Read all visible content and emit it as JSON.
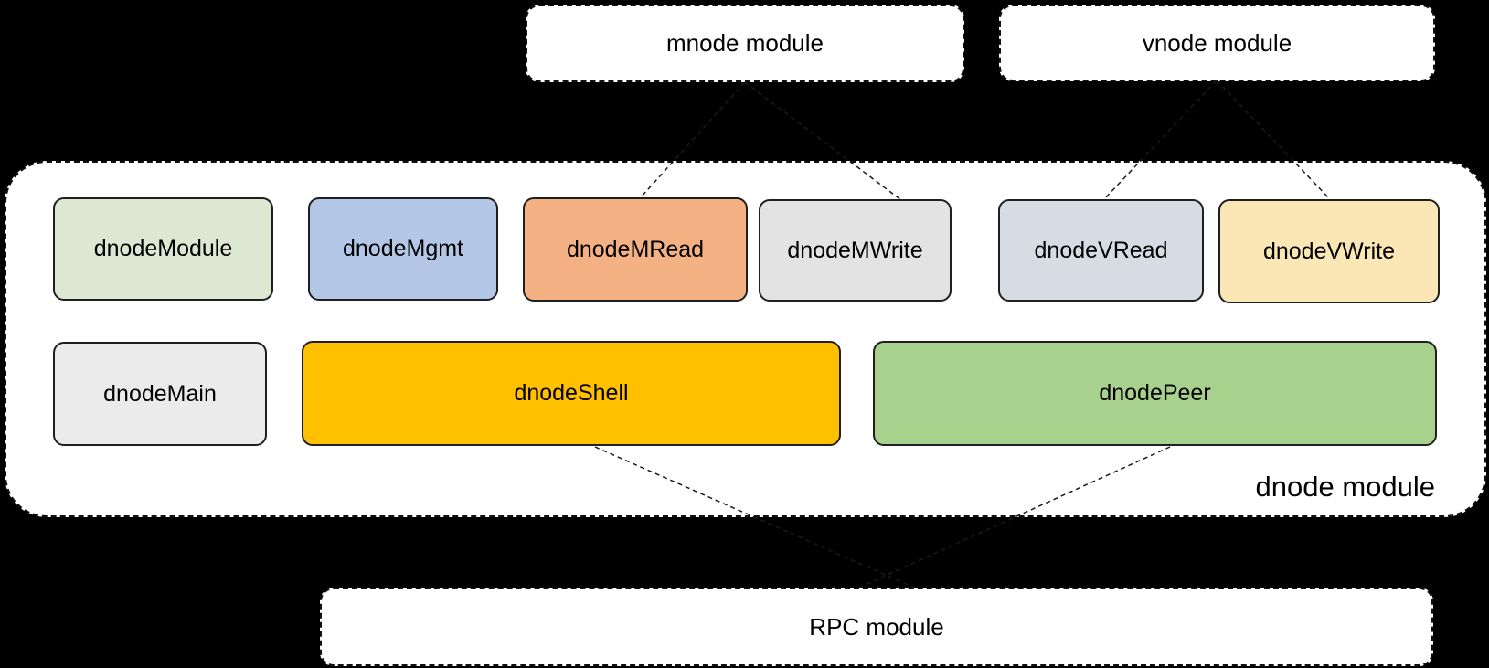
{
  "modules": {
    "mnode": {
      "label": "mnode module"
    },
    "vnode": {
      "label": "vnode module"
    },
    "rpc": {
      "label": "RPC module"
    },
    "dnode": {
      "label": "dnode module",
      "components": {
        "dnodeModule": {
          "label": "dnodeModule",
          "fill": "#dce8d2"
        },
        "dnodeMgmt": {
          "label": "dnodeMgmt",
          "fill": "#b4c7e7"
        },
        "dnodeMRead": {
          "label": "dnodeMRead",
          "fill": "#f4b183"
        },
        "dnodeMWrite": {
          "label": "dnodeMWrite",
          "fill": "#e3e3e3"
        },
        "dnodeVRead": {
          "label": "dnodeVRead",
          "fill": "#d6dce4"
        },
        "dnodeVWrite": {
          "label": "dnodeVWrite",
          "fill": "#fbe6b5"
        },
        "dnodeMain": {
          "label": "dnodeMain",
          "fill": "#ebebeb"
        },
        "dnodeShell": {
          "label": "dnodeShell",
          "fill": "#ffc000"
        },
        "dnodePeer": {
          "label": "dnodePeer",
          "fill": "#a9d18e"
        }
      }
    }
  },
  "connections": [
    {
      "from": "mnode module",
      "to": "dnodeMRead",
      "style": "dashed"
    },
    {
      "from": "mnode module",
      "to": "dnodeMWrite",
      "style": "dashed"
    },
    {
      "from": "vnode module",
      "to": "dnodeVRead",
      "style": "dashed"
    },
    {
      "from": "vnode module",
      "to": "dnodeVWrite",
      "style": "dashed"
    },
    {
      "from": "RPC module",
      "to": "dnodeShell",
      "style": "dashed"
    },
    {
      "from": "RPC module",
      "to": "dnodePeer",
      "style": "dashed"
    }
  ],
  "colors": {
    "page_background": "#000000",
    "container_fill": "#ffffff",
    "dashed_border": "#111111",
    "component_border": "#1f1f1f",
    "text": "#000000",
    "connector": "#1a1a1a"
  }
}
